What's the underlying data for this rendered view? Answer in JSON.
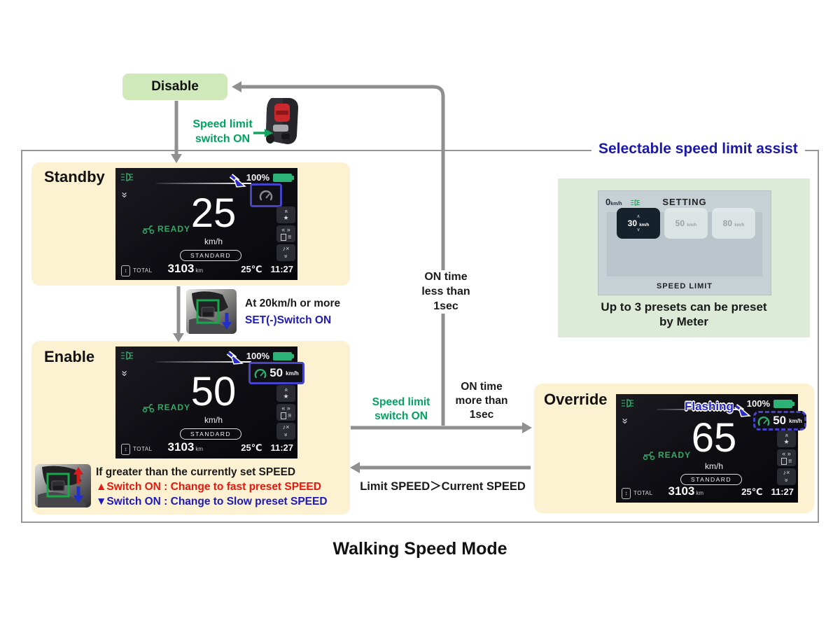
{
  "page": {
    "title": "Walking Speed Mode"
  },
  "assist": {
    "title": "Selectable speed limit assist",
    "caption": "Up to 3 presets can be preset\nby Meter",
    "screen": {
      "speed": "0",
      "speed_unit": "km/h",
      "header": "SETTING",
      "footer": "SPEED LIMIT",
      "presets": [
        {
          "value": "30",
          "unit": "km/h",
          "selected": true
        },
        {
          "value": "50",
          "unit": "km/h",
          "selected": false
        },
        {
          "value": "80",
          "unit": "km/h",
          "selected": false
        }
      ]
    }
  },
  "nodes": {
    "disable": "Disable",
    "standby": "Standby",
    "enable": "Enable",
    "override": "Override"
  },
  "edges": {
    "switch_on_top": "Speed limit\nswitch ON",
    "at_speed": "At 20km/h or more",
    "set_switch": "SET(-)Switch ON",
    "on_time_less": "ON time\nless than\n1sec",
    "on_time_more": "ON time\nmore than\n1sec",
    "switch_on_mid": "Speed limit\nswitch ON",
    "limit_vs_current": "Limit SPEED＞Current SPEED"
  },
  "enable_notes": {
    "heading": "If greater than the currently set SPEED",
    "up": "▲Switch ON : Change to fast preset SPEED",
    "down": "▼Switch ON : Change to Slow preset SPEED"
  },
  "override_flashing": "Flashing",
  "speeds": {
    "standby": "25",
    "enable": "50",
    "override": "65"
  },
  "dashboard": {
    "battery": "100%",
    "ready": "READY",
    "speed_unit": "km/h",
    "mode": "STANDARD",
    "total_label": "TOTAL",
    "odometer": "3103",
    "odometer_unit": "km",
    "temperature": "25℃",
    "time": "11:27",
    "limit_value": "50",
    "limit_unit": "km/h"
  },
  "colors": {
    "accent_green_text": "#00a35f",
    "accent_blue_text": "#1d1abc",
    "accent_red_text": "#e8170f",
    "assist_title_blue": "#1c18a8",
    "state_box_cream": "#fcf1d0",
    "disable_green": "#cfe9bb",
    "assist_panel_green": "#dcead7",
    "arrow_gray": "#8f8f8f",
    "battery_green": "#2cb277",
    "limit_box_blue": "#4644c8"
  }
}
